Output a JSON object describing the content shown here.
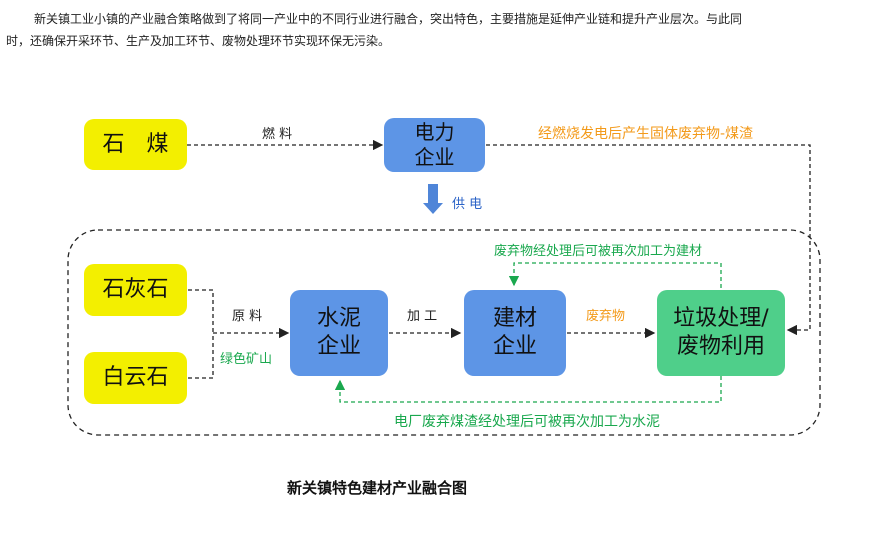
{
  "intro": {
    "line1": "新关镇工业小镇的产业融合策略做到了将同一产业中的不同行业进行融合，突出特色，主要措施是延伸产业链和提升产业层次。与此同",
    "line2": "时，还确保开采环节、生产及加工环节、废物处理环节实现环保无污染。"
  },
  "nodes": {
    "coal": "石　煤",
    "power": "电力\n企业",
    "limestone": "石灰石",
    "dolomite": "白云石",
    "cement": "水泥\n企业",
    "building": "建材\n企业",
    "waste": "垃圾处理/\n废物利用"
  },
  "labels": {
    "fuel": "燃  料",
    "power_supply": "供  电",
    "power_slag": "经燃烧发电后产生固体废弃物-煤渣",
    "raw_material": "原  料",
    "green_mine": "绿色矿山",
    "processing": "加  工",
    "waste_material": "废弃物",
    "recycle_building": "废弃物经处理后可被再次加工为建材",
    "recycle_cement": "电厂废弃煤渣经处理后可被再次加工为水泥"
  },
  "caption": "新关镇特色建材产业融合图",
  "colors": {
    "yellow": "#f3ef00",
    "blue": "#5d95e6",
    "green": "#4fcf8a",
    "orange_text": "#f39a1a",
    "green_text": "#1aa84e",
    "blue_text": "#2b63c7"
  }
}
